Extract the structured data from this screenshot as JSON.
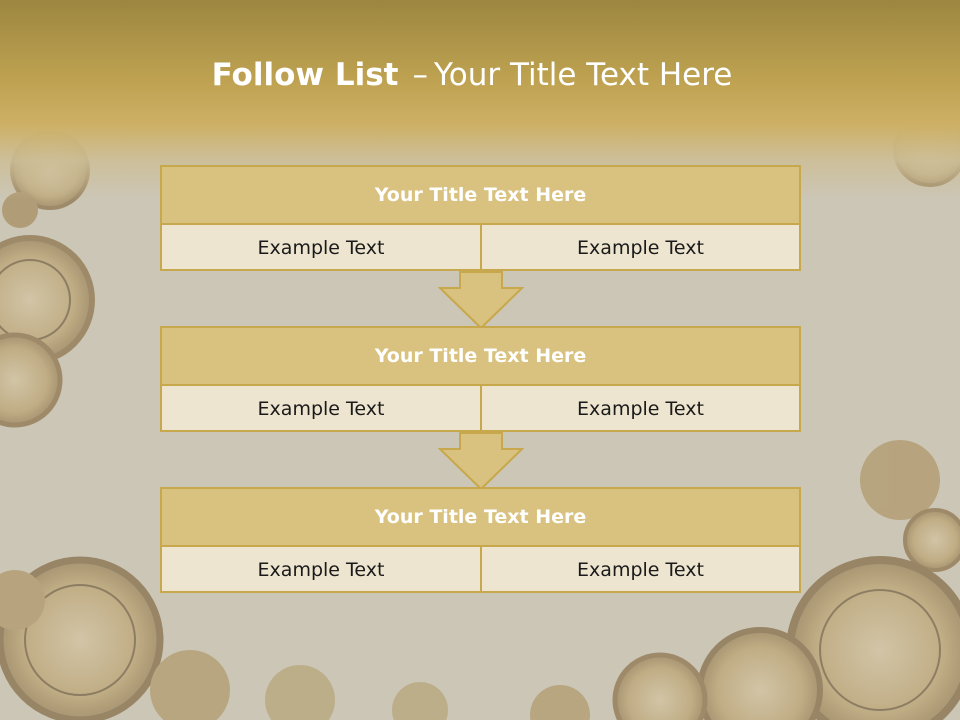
{
  "title": {
    "bold": "Follow List",
    "separator": "–",
    "rest": "Your Title Text Here"
  },
  "rows": [
    {
      "title": "Your Title Text Here",
      "left": "Example Text",
      "right": "Example Text"
    },
    {
      "title": "Your Title Text Here",
      "left": "Example Text",
      "right": "Example Text"
    },
    {
      "title": "Your Title Text Here",
      "left": "Example Text",
      "right": "Example Text"
    }
  ],
  "colors": {
    "accent": "#c8a84c",
    "header_fill": "#d9c27f",
    "cell_fill": "#ede5d0"
  }
}
